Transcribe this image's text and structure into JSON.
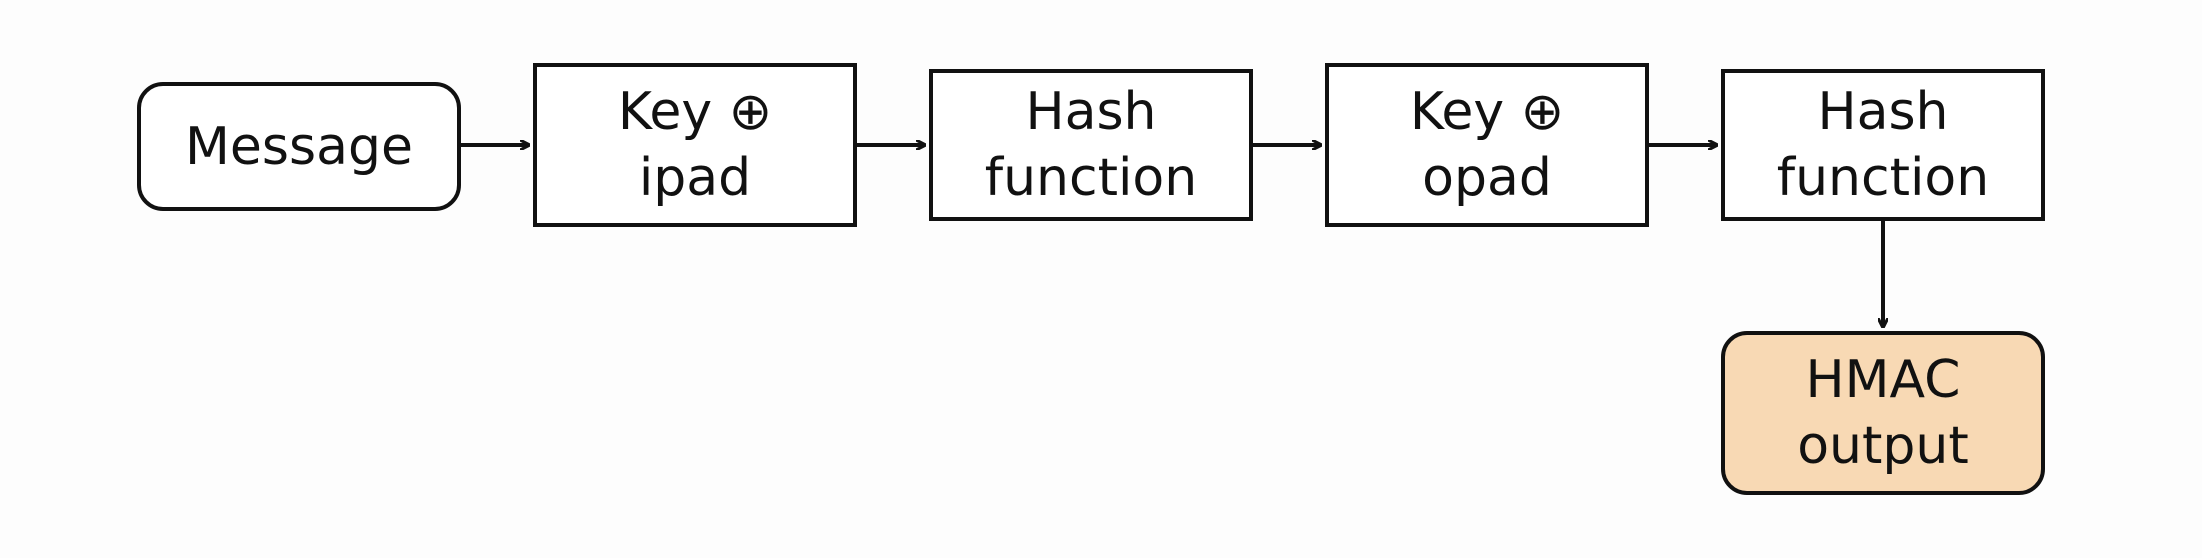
{
  "nodes": {
    "message": {
      "line1": "Message"
    },
    "key_ipad": {
      "line1": "Key ⊕",
      "line2": "ipad"
    },
    "hash_1": {
      "line1": "Hash",
      "line2": "function"
    },
    "key_opad": {
      "line1": "Key ⊕",
      "line2": "opad"
    },
    "hash_2": {
      "line1": "Hash",
      "line2": "function"
    },
    "output": {
      "line1": "HMAC",
      "line2": "output"
    }
  },
  "colors": {
    "output_fill": "#f8d9b4",
    "stroke": "#111111",
    "background": "#fdfdfd"
  }
}
